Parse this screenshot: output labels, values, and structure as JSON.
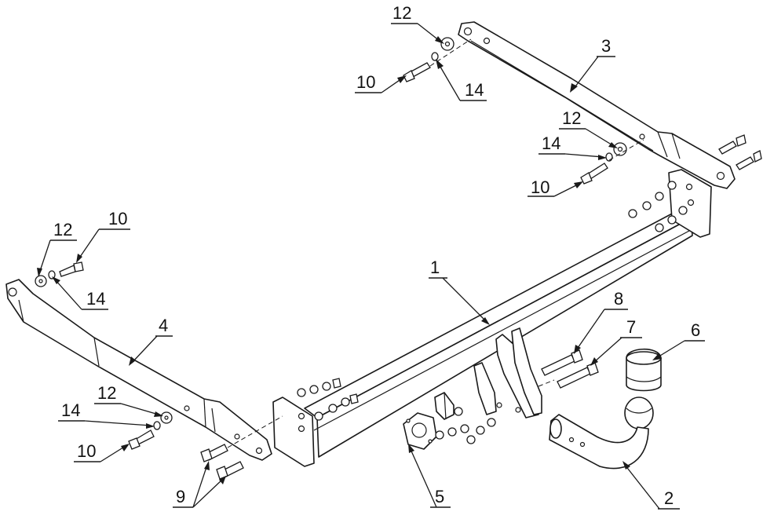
{
  "diagram": {
    "callouts": [
      {
        "id": "c12-top",
        "text": "12"
      },
      {
        "id": "c3",
        "text": "3"
      },
      {
        "id": "c10-top",
        "text": "10"
      },
      {
        "id": "c14-top",
        "text": "14"
      },
      {
        "id": "c12-right",
        "text": "12"
      },
      {
        "id": "c14-right",
        "text": "14"
      },
      {
        "id": "c10-right",
        "text": "10"
      },
      {
        "id": "c12-left",
        "text": "12"
      },
      {
        "id": "c10-left",
        "text": "10"
      },
      {
        "id": "c14-left",
        "text": "14"
      },
      {
        "id": "c1",
        "text": "1"
      },
      {
        "id": "c4",
        "text": "4"
      },
      {
        "id": "c8",
        "text": "8"
      },
      {
        "id": "c7",
        "text": "7"
      },
      {
        "id": "c6",
        "text": "6"
      },
      {
        "id": "c12-bottom",
        "text": "12"
      },
      {
        "id": "c14-bottom",
        "text": "14"
      },
      {
        "id": "c10-bottom",
        "text": "10"
      },
      {
        "id": "c9",
        "text": "9"
      },
      {
        "id": "c5",
        "text": "5"
      },
      {
        "id": "c2",
        "text": "2"
      }
    ]
  }
}
